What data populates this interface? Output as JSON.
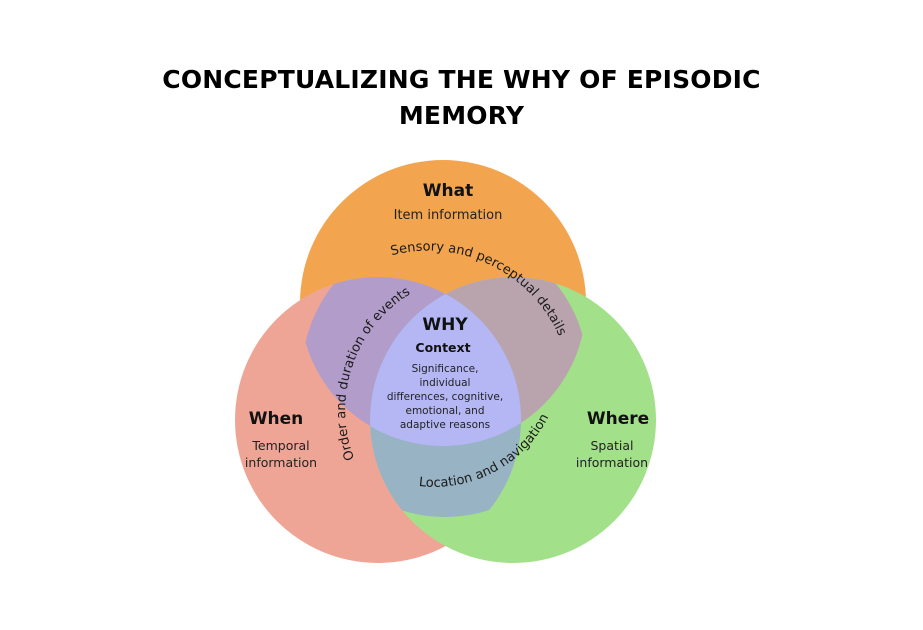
{
  "title": {
    "line1": "CONCEPTUALIZING THE WHY OF EPISODIC",
    "line2": "MEMORY"
  },
  "circles": {
    "what": {
      "heading": "What",
      "sub": "Item information",
      "color": "#F2A54E"
    },
    "when": {
      "heading": "When",
      "sub_line1": "Temporal",
      "sub_line2": "information",
      "color": "#EFA595"
    },
    "where": {
      "heading": "Where",
      "sub_line1": "Spatial",
      "sub_line2": "information",
      "color": "#A3E08A"
    }
  },
  "overlaps": {
    "what_when": {
      "label": "Order and duration of events",
      "color": "#B29CC9"
    },
    "what_where": {
      "label": "Sensory and perceptual details",
      "color": "#B9A4AE"
    },
    "when_where": {
      "label": "Location and navigation",
      "color": "#97B3C4"
    }
  },
  "center": {
    "heading": "WHY",
    "subheading": "Context",
    "body_lines": [
      "Significance,",
      "individual",
      "differences, cognitive,",
      "emotional, and",
      "adaptive reasons"
    ],
    "color": "#B5B7F5"
  }
}
